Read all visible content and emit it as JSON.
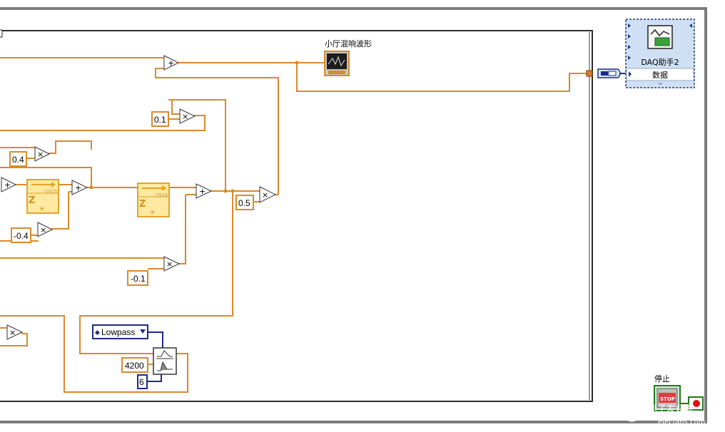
{
  "colors": {
    "wire_orange": "#d98a2b",
    "wire_blue": "#1c2a8c",
    "loop_border": "#2a2a2a",
    "outer_frame": "#7c7c7c",
    "express_bg": "#cfe0f5",
    "delay_fill": "#fde9a0",
    "delay_border": "#e3a42a"
  },
  "waveform_indicator": {
    "label": "小厅混响波形",
    "icon": "waveform-graph-icon"
  },
  "constants": {
    "c_01": "0.1",
    "c_04": "0.4",
    "c_m04": "-0.4",
    "c_05": "0.5",
    "c_m01": "-0.1",
    "c_4200": "4200",
    "c_6": "6"
  },
  "feedback_nodes": [
    {
      "value": "-1323",
      "letter": "Z",
      "marker": "✳"
    },
    {
      "value": "-2910",
      "letter": "Z",
      "marker": "✳"
    }
  ],
  "operators": {
    "add": "+",
    "multiply": "×"
  },
  "filter_type": {
    "value": "Lowpass"
  },
  "daq_assistant": {
    "title": "DAQ助手2",
    "port": "数据",
    "icon": "daq-assistant-icon"
  },
  "stop_control": {
    "label": "停止",
    "button": "STOP"
  },
  "watermark": {
    "text": "电子发烧友",
    "site": "elecfans.com"
  }
}
